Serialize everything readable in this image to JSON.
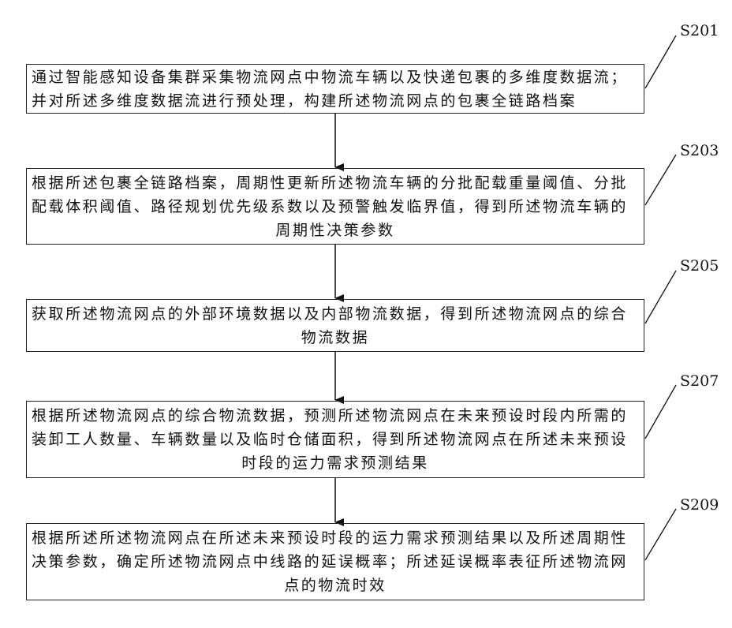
{
  "steps": [
    {
      "label": "S201",
      "lines": [
        "通过智能感知设备集群采集物流网点中物流车辆以及快递包裹的多维度数据流；",
        "并对所述多维度数据流进行预处理，构建所述物流网点的包裹全链路档案"
      ]
    },
    {
      "label": "S203",
      "lines": [
        "根据所述包裹全链路档案，周期性更新所述物流车辆的分批配载重量阈值、分批",
        "配载体积阈值、路径规划优先级系数以及预警触发临界值，得到所述物流车辆的",
        "周期性决策参数"
      ]
    },
    {
      "label": "S205",
      "lines": [
        "获取所述物流网点的外部环境数据以及内部物流数据，得到所述物流网点的综合",
        "物流数据"
      ]
    },
    {
      "label": "S207",
      "lines": [
        "根据所述物流网点的综合物流数据，预测所述物流网点在未来预设时段内所需的",
        "装卸工人数量、车辆数量以及临时仓储面积，得到所述物流网点在所述未来预设",
        "时段的运力需求预测结果"
      ]
    },
    {
      "label": "S209",
      "lines": [
        "根据所述所述物流网点在所述未来预设时段的运力需求预测结果以及所述周期性",
        "决策参数，确定所述物流网点中线路的延误概率；所述延误概率表征所述物流网",
        "点的物流时效"
      ]
    }
  ]
}
